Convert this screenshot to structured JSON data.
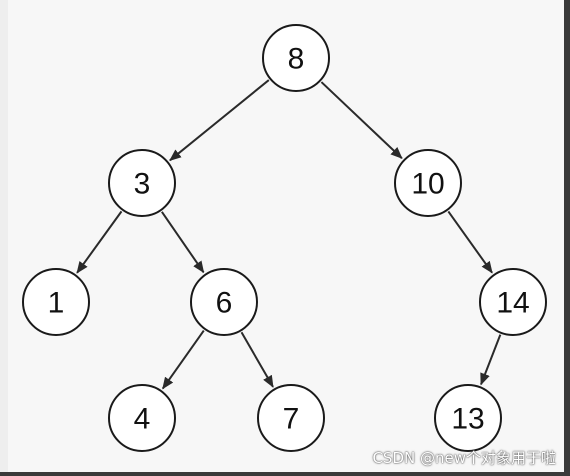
{
  "diagram": {
    "nodes": [
      {
        "id": "n8",
        "label": "8"
      },
      {
        "id": "n3",
        "label": "3"
      },
      {
        "id": "n10",
        "label": "10"
      },
      {
        "id": "n1",
        "label": "1"
      },
      {
        "id": "n6",
        "label": "6"
      },
      {
        "id": "n14",
        "label": "14"
      },
      {
        "id": "n4",
        "label": "4"
      },
      {
        "id": "n7",
        "label": "7"
      },
      {
        "id": "n13",
        "label": "13"
      }
    ],
    "edges": [
      {
        "from": "n8",
        "to": "n3"
      },
      {
        "from": "n8",
        "to": "n10"
      },
      {
        "from": "n3",
        "to": "n1"
      },
      {
        "from": "n3",
        "to": "n6"
      },
      {
        "from": "n10",
        "to": "n14"
      },
      {
        "from": "n6",
        "to": "n4"
      },
      {
        "from": "n6",
        "to": "n7"
      },
      {
        "from": "n14",
        "to": "n13"
      }
    ]
  },
  "watermark": {
    "text": "CSDN @new个对象用于啦"
  },
  "colors": {
    "node_stroke": "#1a1a1a",
    "node_fill": "#ffffff",
    "edge": "#2a2a2a"
  }
}
